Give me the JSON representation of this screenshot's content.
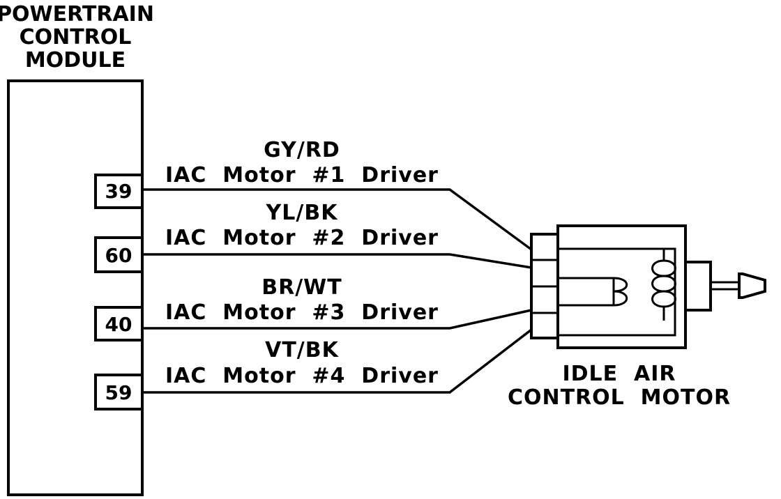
{
  "module": {
    "title_lines": [
      "POWERTRAIN",
      "CONTROL",
      "MODULE"
    ]
  },
  "wires": [
    {
      "pin": "39",
      "color": "GY/RD",
      "function": "IAC  Motor  #1  Driver"
    },
    {
      "pin": "60",
      "color": "YL/BK",
      "function": "IAC  Motor  #2  Driver"
    },
    {
      "pin": "40",
      "color": "BR/WT",
      "function": "IAC  Motor  #3  Driver"
    },
    {
      "pin": "59",
      "color": "VT/BK",
      "function": "IAC  Motor  #4  Driver"
    }
  ],
  "motor": {
    "label_lines": [
      "IDLE  AIR",
      "CONTROL  MOTOR"
    ],
    "icon": "stepper-motor-icon"
  },
  "colors": {
    "ink": "#000000",
    "background": "#ffffff"
  }
}
